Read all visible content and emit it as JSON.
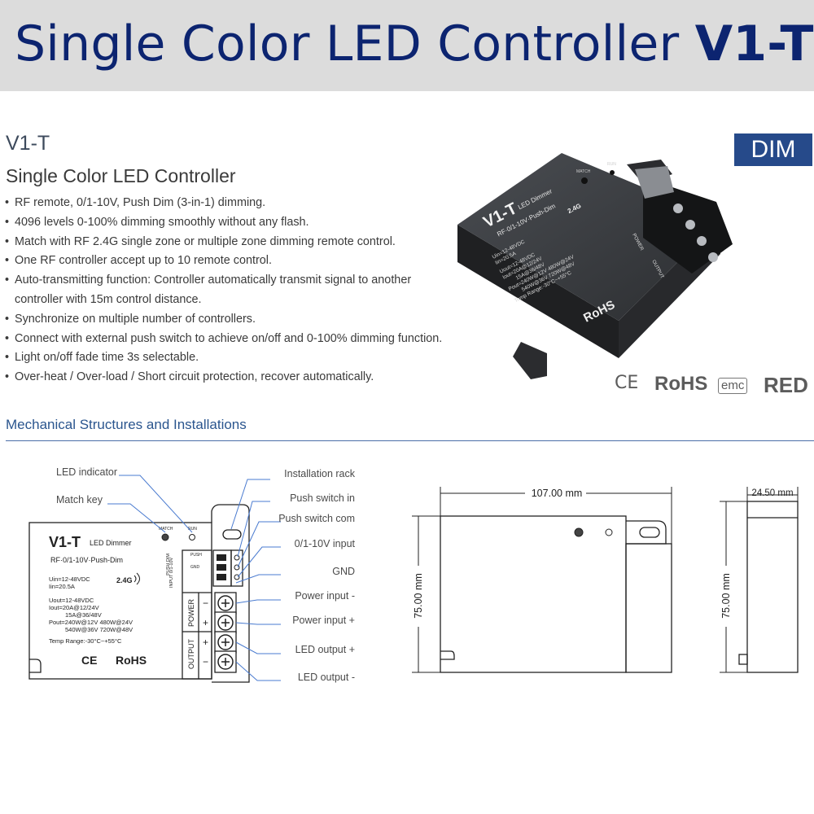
{
  "banner": {
    "title_main": "Single Color LED Controller",
    "title_model": "V1-T"
  },
  "header": {
    "model": "V1-T",
    "subtitle": "Single Color LED Controller",
    "badge": "DIM"
  },
  "features": [
    "RF remote, 0/1-10V, Push Dim (3-in-1) dimming.",
    "4096 levels 0-100% dimming smoothly without any flash.",
    "Match with RF 2.4G single zone or multiple zone dimming remote control.",
    "One RF controller accept up to 10 remote control.",
    "Auto-transmitting function: Controller automatically transmit signal to another controller with 15m control distance.",
    "Synchronize on multiple number of controllers.",
    "Connect with external push switch to achieve on/off and 0-100% dimming function.",
    "Light on/off fade time 3s selectable.",
    "Over-heat / Over-load / Short circuit protection, recover automatically."
  ],
  "certifications": {
    "ce": "CE",
    "rohs": "RoHS",
    "emc": "emc",
    "red": "RED"
  },
  "product_photo": {
    "brand": "V1-T",
    "type": "LED Dimmer",
    "modes": "RF·0/1-10V·Push-Dim",
    "rf": "2.4G",
    "specs": [
      "Uin=12-48VDC",
      "Iin=20.5A",
      "Uout=12-48VDC",
      "Iout=20A@12/24V",
      "15A@36/48V",
      "Pout=240W@12V  480W@24V",
      "540W@36V  720W@48V",
      "Temp Range:-30°C~+55°C"
    ],
    "match": "MATCH",
    "run": "RUN",
    "power_tag": "POWER",
    "output_tag": "OUTPUT",
    "rohs": "RoHS"
  },
  "mechanical": {
    "title": "Mechanical Structures and Installations",
    "callouts_left": [
      "LED indicator",
      "Match key"
    ],
    "callouts_right": [
      "Installation rack",
      "Push switch in",
      "Push switch com",
      "0/1-10V input",
      "GND",
      "Power input -",
      "Power input +",
      "LED output +",
      "LED output -"
    ],
    "device": {
      "brand": "V1-T",
      "type": "LED Dimmer",
      "modes": "RF·0/1-10V·Push-Dim",
      "rf": "2.4G",
      "spec_in": [
        "Uin=12-48VDC",
        "Iin=20.5A"
      ],
      "spec_out": [
        "Uout=12-48VDC",
        "Iout=20A@12/24V",
        "15A@36/48V",
        "Pout=240W@12V  480W@24V",
        "540W@36V  720W@48V",
        "Temp Range:-30°C~+55°C"
      ],
      "match": "MATCH",
      "run": "RUN",
      "push_dim": "PUSH DIM",
      "input_tag": "INPUT 0/1-10V",
      "push": "PUSH",
      "gnd": "GND",
      "power": "POWER",
      "output": "OUTPUT",
      "minus": "−",
      "plus": "+",
      "rohs": "RoHS",
      "ce": "CE"
    },
    "front_width": "107.00 mm",
    "front_height": "75.00 mm",
    "side_width": "24.50 mm",
    "side_height": "75.00 mm"
  }
}
